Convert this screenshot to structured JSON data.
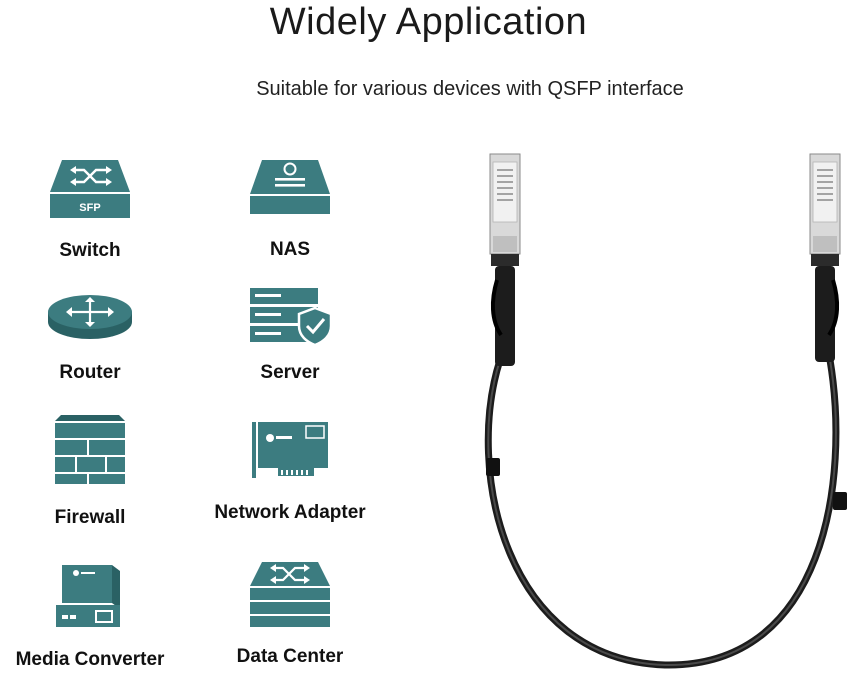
{
  "header": {
    "title": "Widely Application",
    "subtitle": "Suitable for various devices with QSFP interface"
  },
  "colors": {
    "icon_primary": "#3c7c80",
    "icon_dark": "#2a6164",
    "icon_light": "#ffffff",
    "cable": "#1c1c1c"
  },
  "devices": [
    {
      "label": "Switch",
      "icon": "switch-icon",
      "badge": "SFP"
    },
    {
      "label": "NAS",
      "icon": "nas-icon"
    },
    {
      "label": "Router",
      "icon": "router-icon"
    },
    {
      "label": "Server",
      "icon": "server-icon"
    },
    {
      "label": "Firewall",
      "icon": "firewall-icon"
    },
    {
      "label": "Network Adapter",
      "icon": "network-adapter-icon"
    },
    {
      "label": "Media Converter",
      "icon": "media-converter-icon"
    },
    {
      "label": "Data Center",
      "icon": "data-center-icon"
    }
  ]
}
